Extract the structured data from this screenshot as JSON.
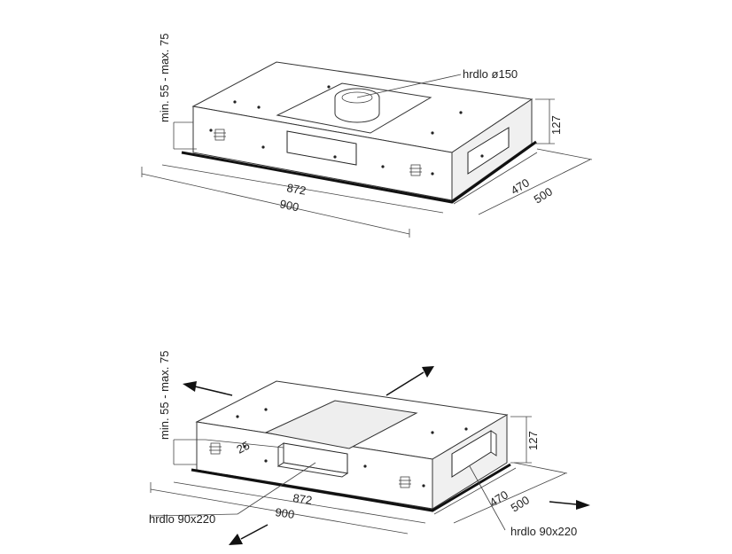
{
  "top": {
    "height_range_label": "min. 55 - max. 75",
    "outlet_label": "hrdlo ø150",
    "dim_872": "872",
    "dim_900": "900",
    "dim_470": "470",
    "dim_500": "500",
    "dim_127": "127"
  },
  "bottom": {
    "height_range_label": "min. 55 - max. 75",
    "dim_25": "25",
    "dim_872": "872",
    "dim_900": "900",
    "dim_470": "470",
    "dim_500": "500",
    "dim_127": "127",
    "outlet_left_label": "hrdlo 90x220",
    "outlet_right_label": "hrdlo 90x220"
  }
}
